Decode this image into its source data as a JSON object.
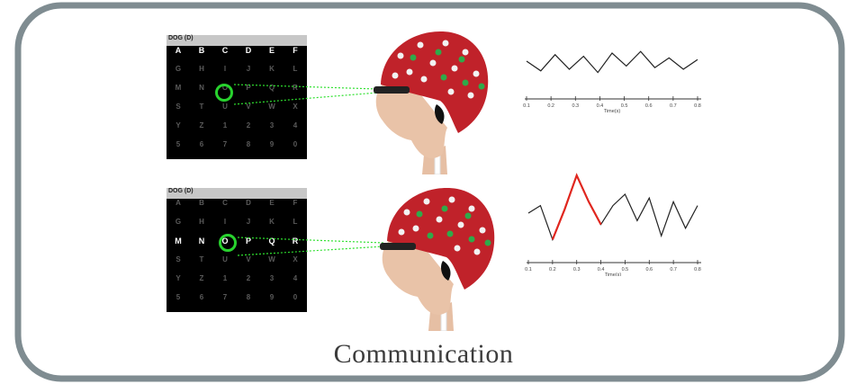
{
  "caption": "Communication",
  "panels": [
    {
      "header": "DOG (D)",
      "letters": [
        "A",
        "B",
        "C",
        "D",
        "E",
        "F",
        "G",
        "H",
        "I",
        "J",
        "K",
        "L",
        "M",
        "N",
        "O",
        "P",
        "Q",
        "R",
        "S",
        "T",
        "U",
        "V",
        "W",
        "X",
        "Y",
        "Z",
        "1",
        "2",
        "3",
        "4",
        "5",
        "6",
        "7",
        "8",
        "9",
        "0"
      ],
      "highlight_row": 0,
      "target": "O"
    },
    {
      "header": "DOG (D)",
      "letters": [
        "A",
        "B",
        "C",
        "D",
        "E",
        "F",
        "G",
        "H",
        "I",
        "J",
        "K",
        "L",
        "M",
        "N",
        "O",
        "P",
        "Q",
        "R",
        "S",
        "T",
        "U",
        "V",
        "W",
        "X",
        "Y",
        "Z",
        "1",
        "2",
        "3",
        "4",
        "5",
        "6",
        "7",
        "8",
        "9",
        "0"
      ],
      "highlight_row": 2,
      "target": "O"
    }
  ],
  "chart_data": [
    {
      "type": "line",
      "xlabel": "Time(s)",
      "x_ticks": [
        "0.1",
        "0.2",
        "0.3",
        "0.4",
        "0.5",
        "0.6",
        "0.7",
        "0.8"
      ],
      "series": [
        {
          "values": [
            0.0,
            -0.6,
            0.4,
            -0.5,
            0.3,
            -0.7,
            0.5,
            -0.3,
            0.6,
            -0.4,
            0.2,
            -0.5,
            0.1
          ]
        }
      ],
      "highlight": null
    },
    {
      "type": "line",
      "xlabel": "Time(s)",
      "x_ticks": [
        "0.1",
        "0.2",
        "0.3",
        "0.4",
        "0.5",
        "0.6",
        "0.7",
        "0.8"
      ],
      "series": [
        {
          "values": [
            0.0,
            0.2,
            -0.7,
            0.1,
            1.0,
            0.3,
            -0.3,
            0.2,
            0.5,
            -0.2,
            0.4,
            -0.6,
            0.3,
            -0.4,
            0.2
          ]
        }
      ],
      "highlight": {
        "start_index": 2,
        "end_index": 6,
        "color": "#e0261e"
      }
    }
  ],
  "colors": {
    "frame": "#7f8c91",
    "cap": "#c0222a",
    "electrode_white": "#f2f2f2",
    "electrode_green": "#2faa4a",
    "skin": "#e9c3a8",
    "flash": "#2ee02e"
  }
}
